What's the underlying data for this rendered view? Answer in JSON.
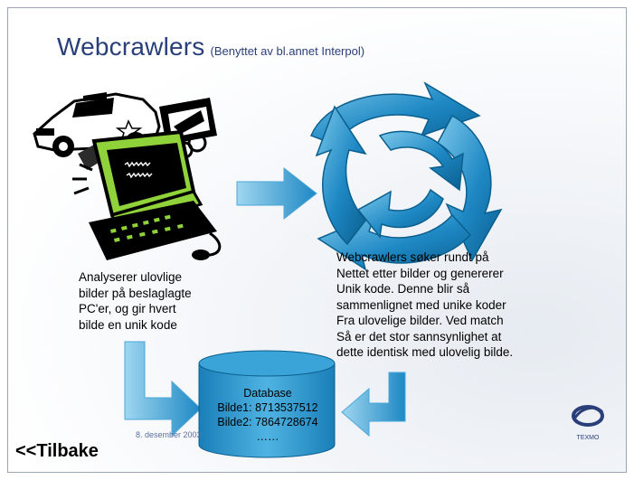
{
  "slide": {
    "title_main": "Webcrawlers",
    "title_sub": "(Benyttet av bl.annet Interpol)",
    "left_text": "Analyserer ulovlige\nbilder på beslaglagte\nPC'er,  og gir hvert\nbilde en unik kode",
    "right_text": "Webcrawlers søker rundt på\nNettet etter bilder og genererer\nUnik kode. Denne blir så\nsammenlignet med unike koder\nFra ulovelige bilder. Ved match\nSå er det stor sannsynlighet at\ndette identisk med ulovelig bilde.",
    "database": {
      "label": "Database",
      "rows": [
        "Bilde1: 8713537512",
        "Bilde2: 7864728674",
        "……"
      ]
    },
    "date": "8. desember 2003",
    "back_link": "<<Tilbake",
    "logo_text": "TEXMO"
  },
  "colors": {
    "title": "#2a3f7a",
    "arrow_blue": "#1e88c4",
    "arrow_light": "#7cc8ea",
    "arrow_dark": "#0b5f8e"
  }
}
